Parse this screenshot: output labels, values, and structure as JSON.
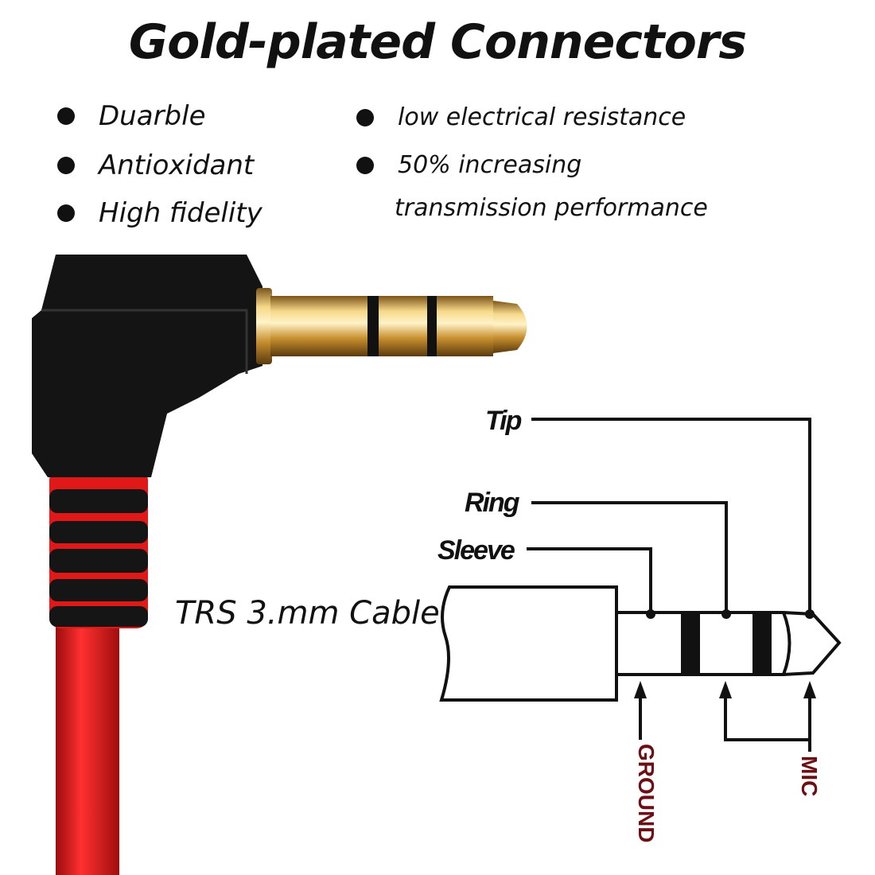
{
  "title": "Gold-plated Connectors",
  "features_left": [
    "Duarble",
    "Antioxidant",
    "High fidelity"
  ],
  "features_right": [
    "low electrical resistance",
    "50% increasing"
  ],
  "features_right_continuation": "transmission performance",
  "diagram": {
    "tip": "Tip",
    "ring": "Ring",
    "sleeve": "Sleeve",
    "cable_label": "TRS 3.mm Cable",
    "ground": "GROUND",
    "mic": "MIC"
  },
  "colors": {
    "gold": "#d9a441",
    "cable_red": "#e01818",
    "label_red": "#6b0f14"
  }
}
